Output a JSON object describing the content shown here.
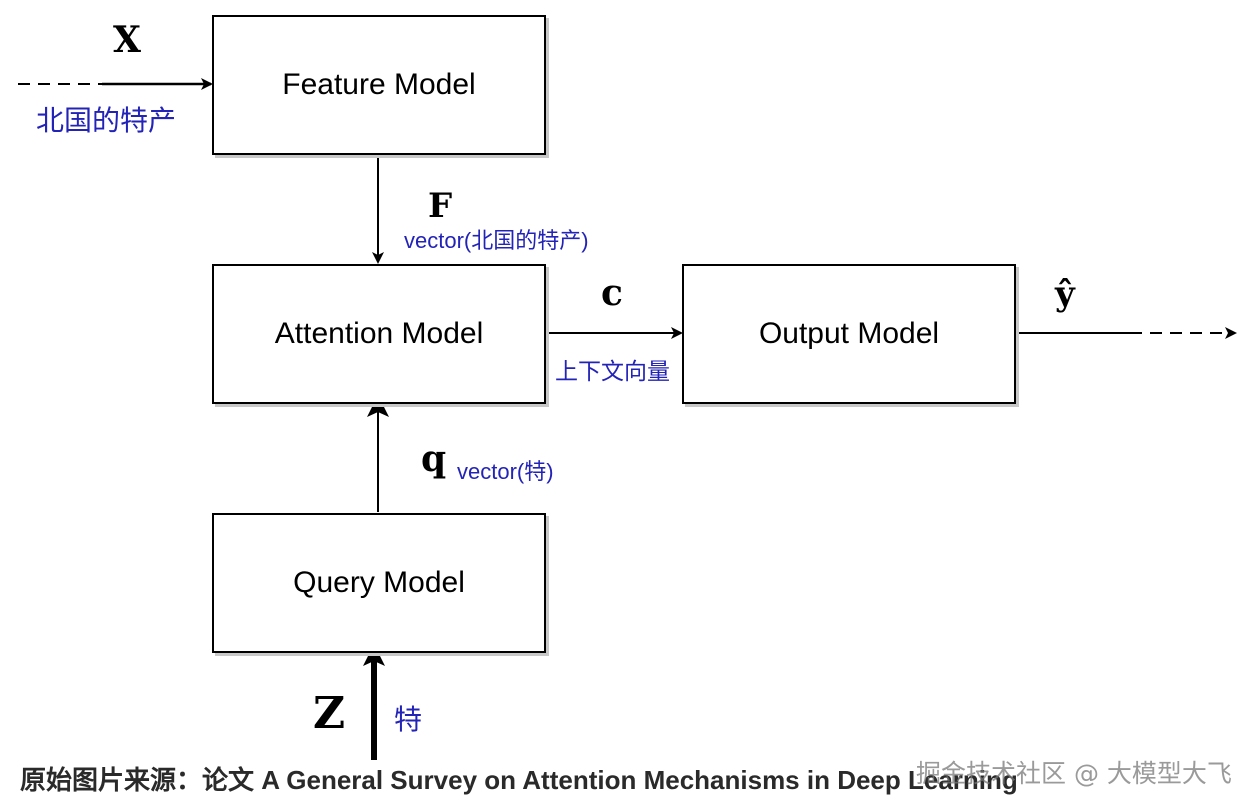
{
  "colors": {
    "annotation": "#2323b8",
    "box_border": "#000000",
    "box_shadow": "#c8c8c8"
  },
  "boxes": {
    "feature": "Feature Model",
    "attention": "Attention Model",
    "output": "Output Model",
    "query": "Query Model"
  },
  "symbols": {
    "x": "X",
    "f": "F",
    "c": "c",
    "y": "ŷ",
    "q": "q",
    "z": "Z"
  },
  "annotations": {
    "x": "北国的特产",
    "f": "vector(北国的特产)",
    "c": "上下文向量",
    "q": "vector(特)",
    "z": "特"
  },
  "caption": "原始图片来源：论文 A General Survey on Attention Mechanisms in Deep Learning",
  "watermark": "掘金技术社区 @ 大模型大飞"
}
